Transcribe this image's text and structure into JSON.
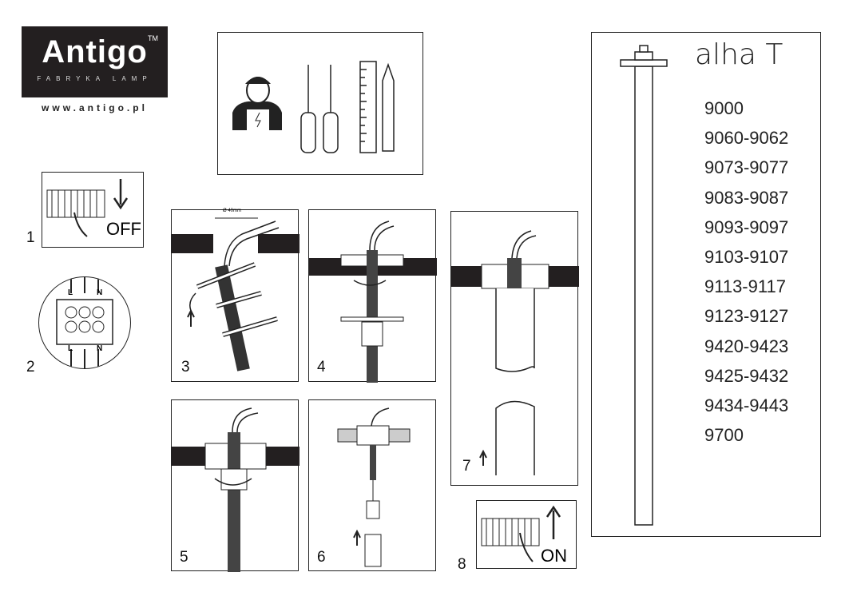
{
  "logo": {
    "brand": "Antigo",
    "trademark": "TM",
    "tagline": "FABRYKA LAMP",
    "url": "www.antigo.pl"
  },
  "product": {
    "title": "alha T",
    "models": [
      "9000",
      "9060-9062",
      "9073-9077",
      "9083-9087",
      "9093-9097",
      "9103-9107",
      "9113-9117",
      "9123-9127",
      "9420-9423",
      "9425-9432",
      "9434-9443",
      "9700"
    ]
  },
  "steps": {
    "s1": "1",
    "s2": "2",
    "s3": "3",
    "s4": "4",
    "s5": "5",
    "s6": "6",
    "s7": "7",
    "s8": "8"
  },
  "labels": {
    "off": "OFF",
    "on": "ON",
    "diameter": "Ø 40mm",
    "L": "L",
    "N": "N"
  }
}
